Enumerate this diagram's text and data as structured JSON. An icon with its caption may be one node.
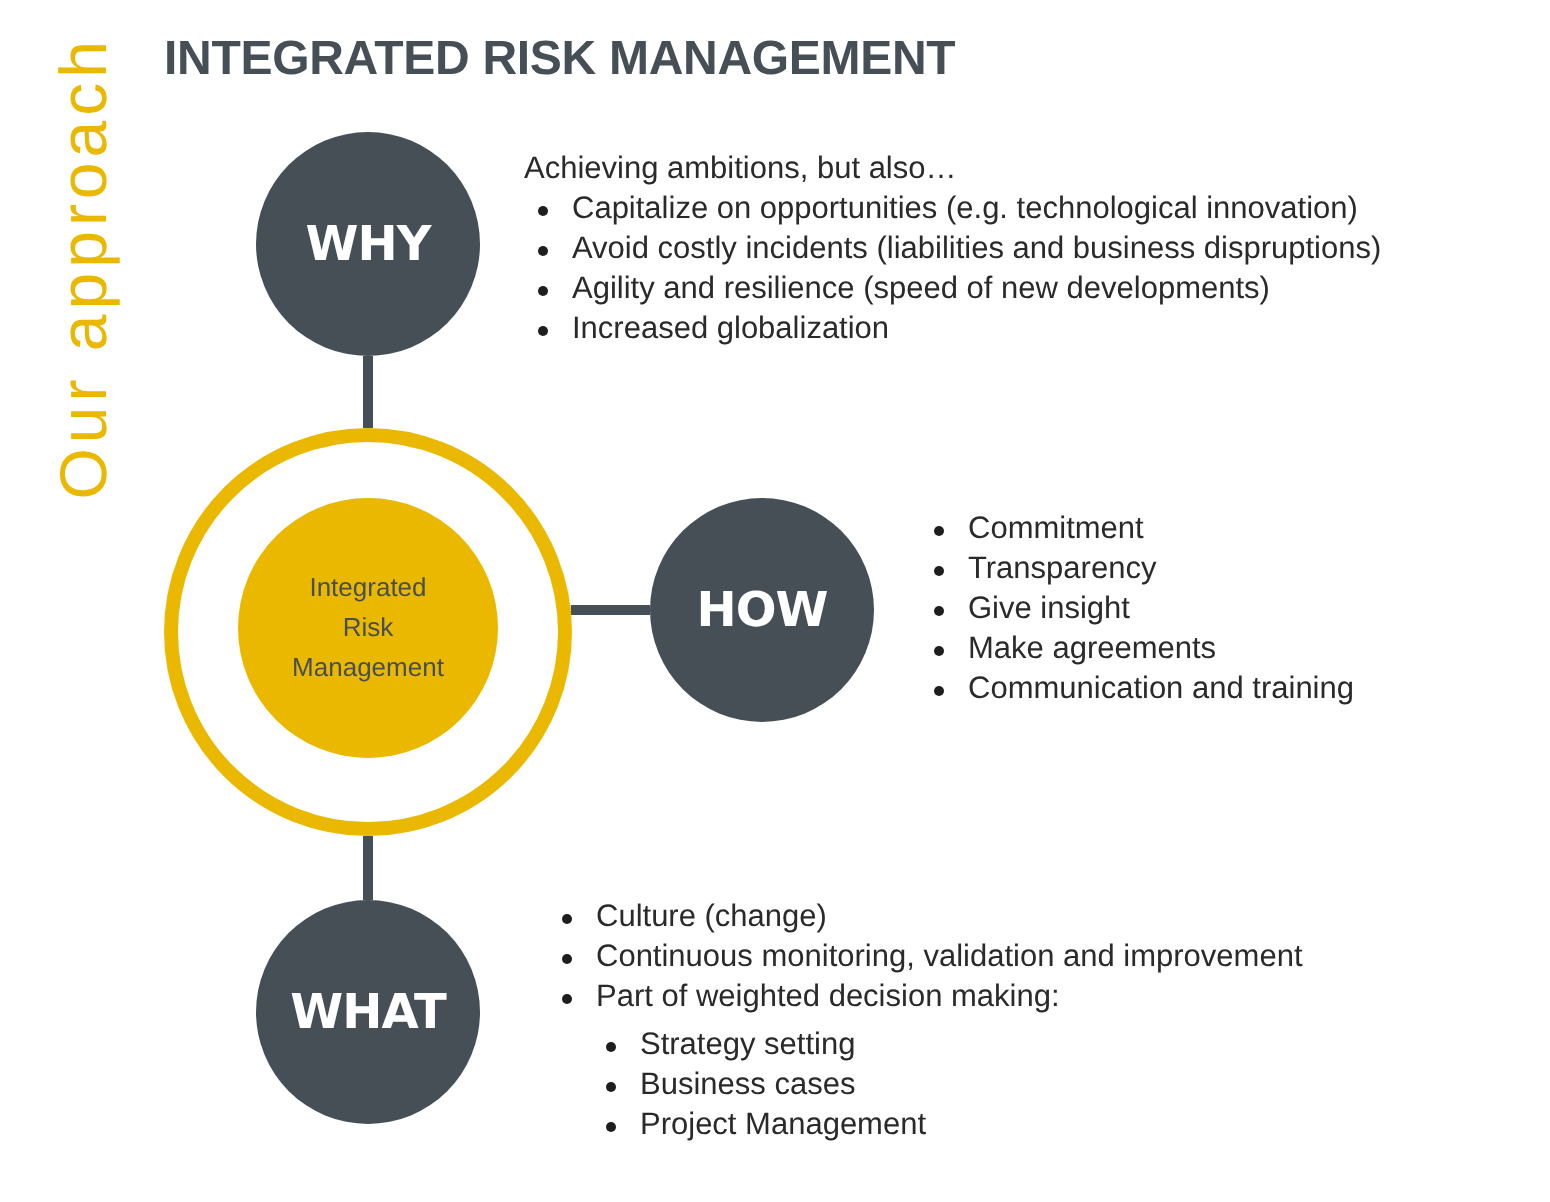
{
  "diagram": {
    "title": "INTEGRATED RISK MANAGEMENT",
    "nodes": [
      {
        "text": [
          "WHY"
        ],
        "beside": [
          "Achieving ambitions, but also…",
          "Capitalize on opportunities (e.g. technological innovation)",
          "Avoid costly incidents (liabilities and business dispruptions)",
          "Agility and resilience (speed of new developments)",
          "Increased globalization"
        ]
      },
      {
        "text": [],
        "shape": "circle"
      },
      {
        "text": [
          "Integrated Risk Management"
        ],
        "in": 1
      },
      {
        "text": [
          "HOW"
        ],
        "beside": [
          "Commitment",
          "Transparency",
          "Give insight",
          "Make agreements",
          "Communication and training"
        ]
      },
      {
        "text": [
          "WHAT"
        ],
        "beside": [
          "Culture (change)",
          "Continuous monitoring, validation and improvement",
          "Part of weighted decision making:",
          "Strategy setting",
          "Business cases",
          "Project Management"
        ]
      }
    ],
    "edges": [
      {
        "from": 0,
        "to": 1,
        "arrow": "none"
      },
      {
        "from": 1,
        "to": 3,
        "arrow": "none"
      },
      {
        "from": 1,
        "to": 4,
        "arrow": "none"
      }
    ],
    "labels": [
      "Our approach"
    ]
  }
}
